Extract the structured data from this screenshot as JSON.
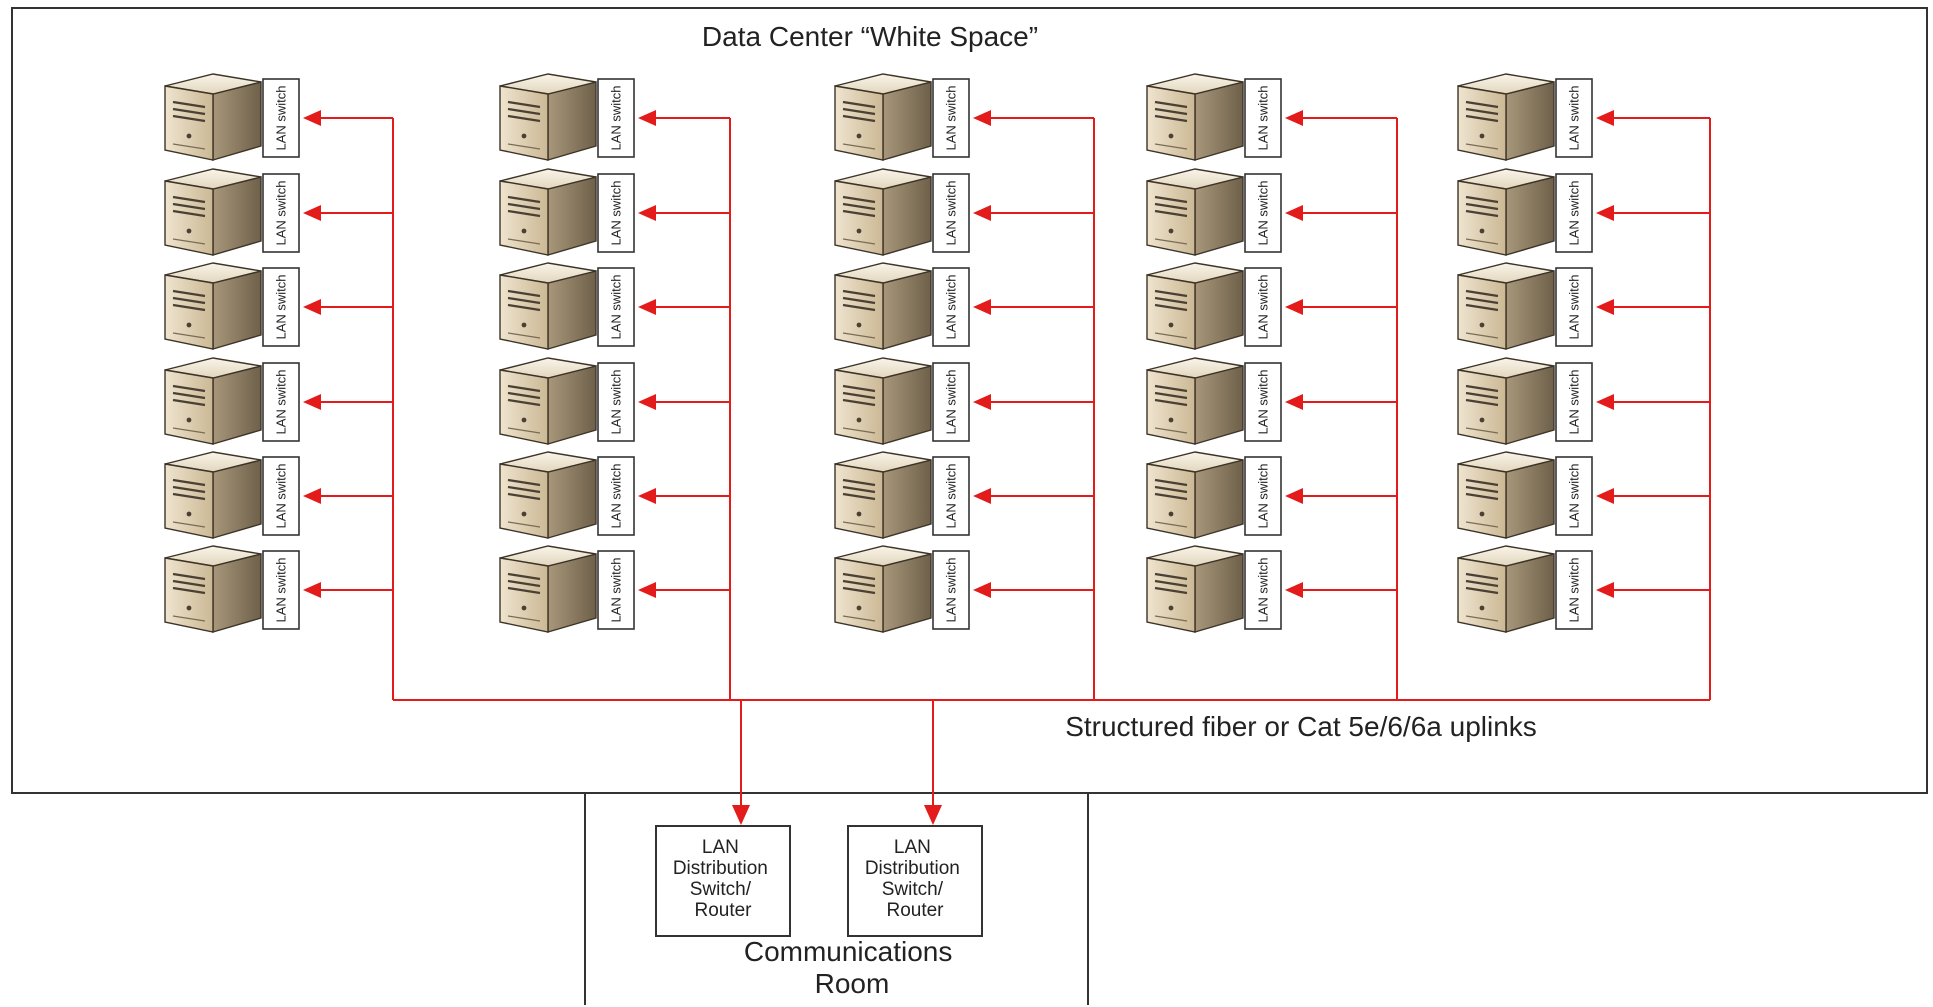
{
  "diagram": {
    "white_space_title": "Data Center “White Space”",
    "uplinks_label": "Structured fiber or Cat 5e/6/6a uplinks",
    "comm_room_label_line1": "Communications",
    "comm_room_label_line2": "Room",
    "rack_switch_label": "LAN switch",
    "rack_columns": 5,
    "racks_per_column": 6,
    "distribution_switches": [
      {
        "lines": [
          "LAN",
          "Distribution",
          "Switch/",
          "Router"
        ]
      },
      {
        "lines": [
          "LAN",
          "Distribution",
          "Switch/",
          "Router"
        ]
      }
    ],
    "colors": {
      "link": "#e31b1b",
      "border": "#333333",
      "server_front": "#d8c9ac",
      "server_side": "#9b8a6a",
      "server_top": "#eee4d0"
    }
  }
}
